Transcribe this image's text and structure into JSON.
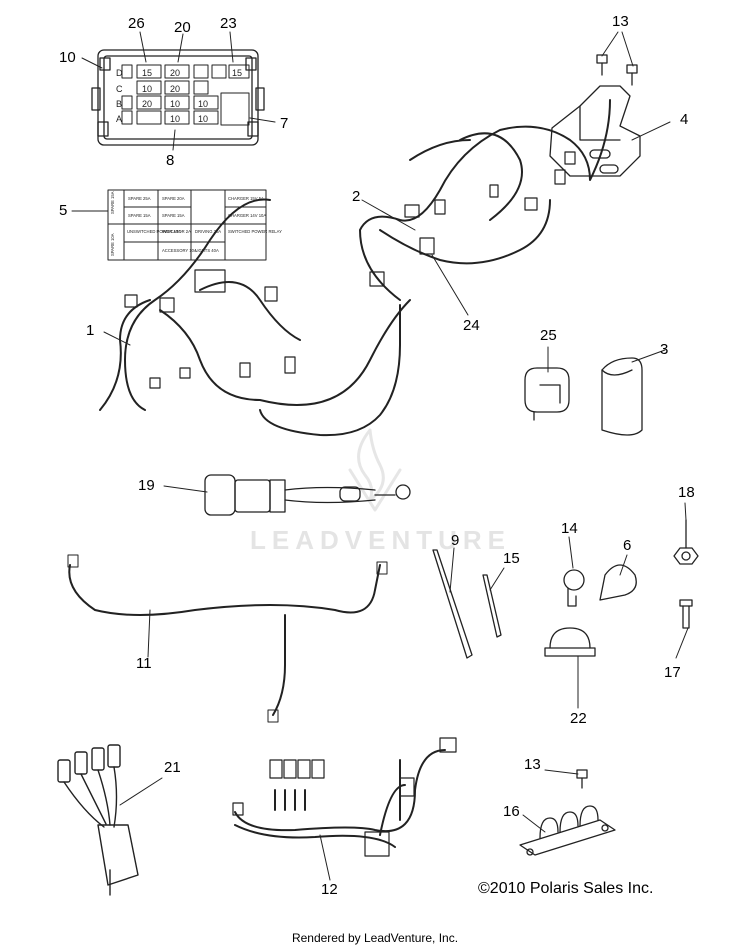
{
  "callouts": {
    "c1": "1",
    "c2": "2",
    "c3": "3",
    "c4": "4",
    "c5": "5",
    "c6": "6",
    "c7": "7",
    "c8": "8",
    "c9": "9",
    "c10": "10",
    "c11": "11",
    "c12": "12",
    "c13a": "13",
    "c13b": "13",
    "c14": "14",
    "c15": "15",
    "c16": "16",
    "c17": "17",
    "c18": "18",
    "c19": "19",
    "c20": "20",
    "c21": "21",
    "c22": "22",
    "c23": "23",
    "c24": "24",
    "c25": "25",
    "c26": "26"
  },
  "fuse_box": {
    "row_letters": [
      "D",
      "C",
      "B",
      "A"
    ],
    "cells": [
      "15",
      "20",
      "15",
      "10",
      "20",
      "20",
      "10",
      "10",
      "10",
      "10"
    ]
  },
  "fuse_label": {
    "col_headers": [
      "SPARE 15A",
      "SPARE 10A"
    ],
    "cells": [
      "SPARE 25A",
      "SPARE 20A",
      "CHARGER 15V 5A",
      "SPARE 15A",
      "SPARE 15A",
      "CHARGER 14V 10A",
      "UNSWITCHED POWER 10A",
      "INDICATOR 2A",
      "DRIVING 20A",
      "SWITCHED POWER RELAY",
      "ACCESSORY 10A",
      "LIGHTS 40A"
    ]
  },
  "watermark": "LEADVENTURE",
  "copyright": "©2010 Polaris Sales Inc.",
  "footer": "Rendered by LeadVenture, Inc."
}
